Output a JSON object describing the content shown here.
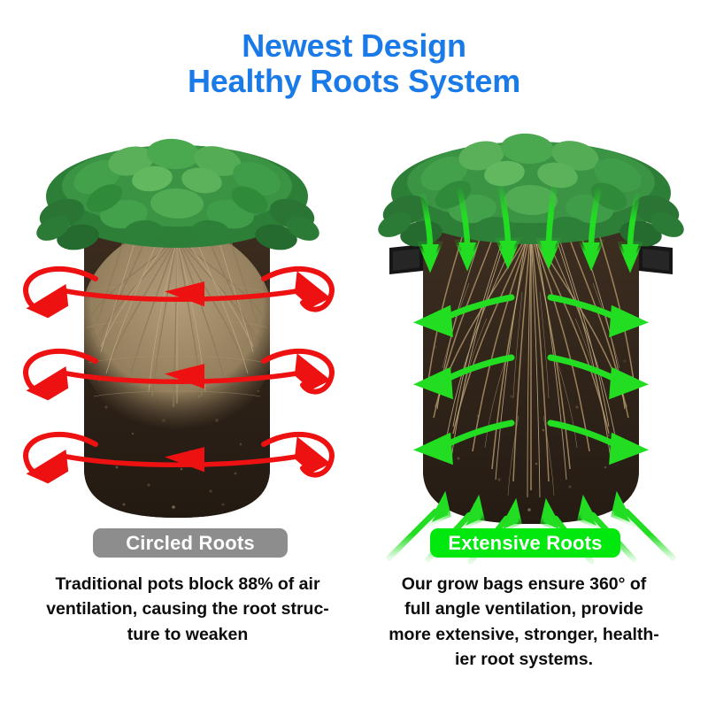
{
  "title": {
    "line1": "Newest Design",
    "line2": "Healthy Roots System",
    "color": "#1a7ae8"
  },
  "panels": [
    {
      "id": "traditional-pot",
      "badge": {
        "label": "Circled Roots",
        "background": "#8d8d8d",
        "text_color": "#ffffff"
      },
      "caption": {
        "full": "Traditional pots block 88% of air ventilation, causing the root structure to weaken",
        "lines": [
          "Traditional pots block 88% of air",
          "ventilation, causing the root struc-",
          "ture to weaken"
        ]
      },
      "airflow": {
        "arrow_color": "#ee1111",
        "pattern": "circling",
        "ring_count": 3,
        "meaning": "air circles around the outside and cannot enter"
      },
      "root_description": "dense tan roots matted into a circling ball in upper soil",
      "vessel_description": "black rigid plastic pot",
      "soil_color": "#2b2018",
      "root_color": "#a08a6a",
      "vessel_color": "#1c1a18"
    },
    {
      "id": "grow-bag",
      "badge": {
        "label": "Extensive Roots",
        "background": "#00e80d",
        "text_color": "#ffffff"
      },
      "caption": {
        "full": "Our grow bags ensure 360° of full angle ventilation, provide more extensive, stronger, healthier root systems.",
        "lines": [
          "Our grow bags ensure 360° of",
          "full angle ventilation, provide",
          "more extensive, stronger, health-",
          "ier root systems."
        ]
      },
      "airflow": {
        "arrow_color": "#22dd22",
        "pattern": "through",
        "top_arrows": 6,
        "side_arrow_pairs": 3,
        "bottom_arrows": 6,
        "meaning": "air enters from top, sides and bottom — 360 degrees"
      },
      "root_description": "long branching tan roots spreading down and outward through the whole bag",
      "vessel_description": "dark green fabric grow bag with two black carry handles",
      "soil_color": "#2c211a",
      "root_color": "#a98f6b",
      "vessel_color": "#1d4a40",
      "handle_color": "#161616"
    }
  ],
  "foliage": {
    "name": "potato-plant-foliage",
    "leaf_color_dark": "#1f6b2c",
    "leaf_color_mid": "#2f8c3c",
    "leaf_color_light": "#58ad55"
  },
  "background_color": "#ffffff"
}
